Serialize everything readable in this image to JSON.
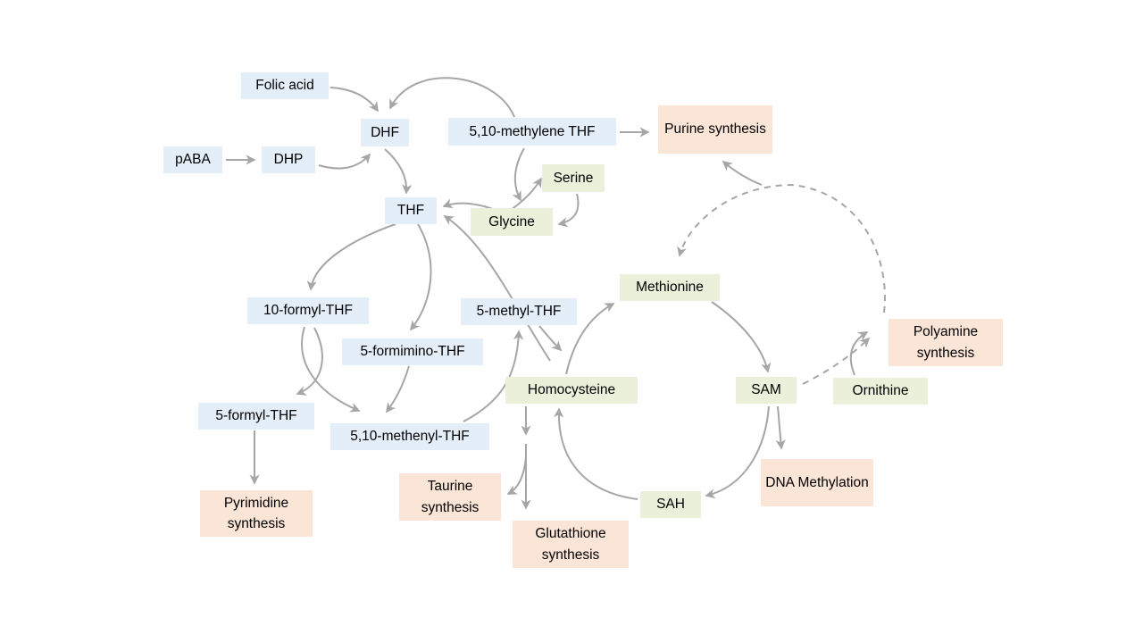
{
  "title": "Folate and methionine cycle pathway diagram",
  "colors": {
    "background": "#ffffff",
    "folate_intermediate_box": "#e4eef8",
    "amino_acid_box": "#ebf0db",
    "synthesis_output_box": "#fbe5d7",
    "arrow": "#a6a6a6",
    "text": "#000000"
  },
  "nodes": {
    "folic_acid": {
      "label": "Folic acid",
      "kind": "folate"
    },
    "paba": {
      "label": "pABA",
      "kind": "folate"
    },
    "dhp": {
      "label": "DHP",
      "kind": "folate"
    },
    "dhf": {
      "label": "DHF",
      "kind": "folate"
    },
    "methylene_thf": {
      "label": "5,10-methylene THF",
      "kind": "folate"
    },
    "thf": {
      "label": "THF",
      "kind": "folate"
    },
    "serine": {
      "label": "Serine",
      "kind": "amino-acid"
    },
    "glycine": {
      "label": "Glycine",
      "kind": "amino-acid"
    },
    "formyl10_thf": {
      "label": "10-formyl-THF",
      "kind": "folate"
    },
    "formimino_thf": {
      "label": "5-formimino-THF",
      "kind": "folate"
    },
    "methyl5_thf": {
      "label": "5-methyl-THF",
      "kind": "folate"
    },
    "formyl5_thf": {
      "label": "5-formyl-THF",
      "kind": "folate"
    },
    "methenyl_thf": {
      "label": "5,10-methenyl-THF",
      "kind": "folate"
    },
    "methionine": {
      "label": "Methionine",
      "kind": "amino-acid"
    },
    "homocysteine": {
      "label": "Homocysteine",
      "kind": "amino-acid"
    },
    "sam": {
      "label": "SAM",
      "kind": "amino-acid"
    },
    "sah": {
      "label": "SAH",
      "kind": "amino-acid"
    },
    "ornithine": {
      "label": "Ornithine",
      "kind": "amino-acid"
    },
    "purine": {
      "label": "Purine synthesis",
      "kind": "output"
    },
    "pyrimidine": {
      "label": "Pyrimidine synthesis",
      "kind": "output"
    },
    "taurine": {
      "label": "Taurine synthesis",
      "kind": "output"
    },
    "glutathione": {
      "label": "Glutathione synthesis",
      "kind": "output"
    },
    "dna_methylation": {
      "label": "DNA Methylation",
      "kind": "output"
    },
    "polyamine": {
      "label": "Polyamine synthesis",
      "kind": "output"
    }
  },
  "edges": [
    {
      "from": "pABA",
      "to": "DHP",
      "style": "solid"
    },
    {
      "from": "Folic acid",
      "to": "DHF",
      "style": "solid"
    },
    {
      "from": "DHP",
      "to": "DHF",
      "style": "solid"
    },
    {
      "from": "5,10-methylene THF",
      "to": "DHF",
      "style": "solid"
    },
    {
      "from": "DHF",
      "to": "THF",
      "style": "solid"
    },
    {
      "from": "5,10-methylene THF",
      "to": "Purine synthesis",
      "style": "solid"
    },
    {
      "from": "5,10-methylene THF",
      "to": "Glycine",
      "style": "solid"
    },
    {
      "from": "Glycine",
      "to": "THF",
      "style": "solid"
    },
    {
      "from": "Glycine",
      "to": "Serine",
      "style": "solid"
    },
    {
      "from": "Serine",
      "to": "Glycine",
      "style": "solid"
    },
    {
      "from": "THF",
      "to": "10-formyl-THF",
      "style": "solid"
    },
    {
      "from": "THF",
      "to": "5-formimino-THF",
      "style": "solid"
    },
    {
      "from": "10-formyl-THF",
      "to": "5,10-methenyl-THF",
      "style": "solid"
    },
    {
      "from": "10-formyl-THF",
      "to": "5-formyl-THF",
      "style": "solid"
    },
    {
      "from": "5-formimino-THF",
      "to": "5,10-methenyl-THF",
      "style": "solid"
    },
    {
      "from": "5,10-methenyl-THF",
      "to": "5-methyl-THF",
      "style": "solid"
    },
    {
      "from": "5-formyl-THF",
      "to": "Pyrimidine synthesis",
      "style": "solid"
    },
    {
      "from": "5-methyl-THF",
      "to": "Methionine",
      "style": "solid"
    },
    {
      "from": "Homocysteine",
      "to": "Methionine",
      "style": "solid"
    },
    {
      "from": "Homocysteine",
      "to": "THF",
      "style": "solid"
    },
    {
      "from": "Methionine",
      "to": "SAM",
      "style": "solid"
    },
    {
      "from": "SAM",
      "to": "SAH",
      "style": "solid"
    },
    {
      "from": "SAH",
      "to": "Homocysteine",
      "style": "solid"
    },
    {
      "from": "SAM",
      "to": "DNA Methylation",
      "style": "solid"
    },
    {
      "from": "Homocysteine",
      "to": "Taurine synthesis",
      "style": "solid"
    },
    {
      "from": "Homocysteine",
      "to": "Glutathione synthesis",
      "style": "solid"
    },
    {
      "from": "Ornithine",
      "to": "Polyamine synthesis",
      "style": "solid"
    },
    {
      "from": "SAM",
      "to": "Polyamine synthesis",
      "style": "dashed"
    },
    {
      "from": "Polyamine synthesis",
      "to": "Methionine",
      "style": "dashed"
    },
    {
      "from": "Polyamine synthesis",
      "to": "Purine synthesis",
      "style": "solid"
    }
  ]
}
